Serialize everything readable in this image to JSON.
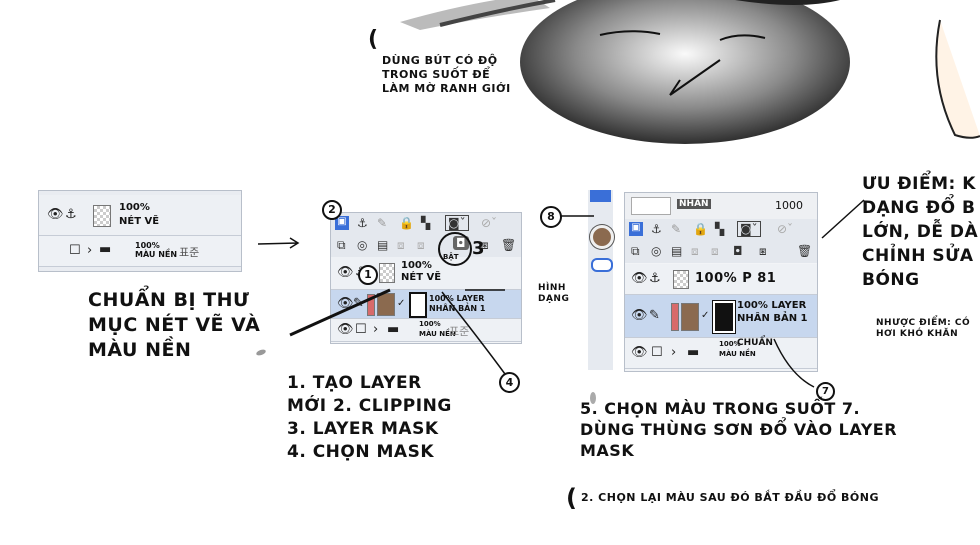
{
  "top_note": [
    "DÙNG BÚT CÓ ĐỘ",
    "TRONG SUỐT ĐỂ",
    "LÀM MỜ RANH GIỚI"
  ],
  "panel1": {
    "layer_opacity": "100%",
    "layer_name": "NÉT VẼ",
    "folder_opacity": "100%",
    "folder_name": "MÀU NỀN",
    "folder_mode": "표준"
  },
  "prep_caption": [
    "CHUẨN BỊ THƯ",
    "MỤC NÉT VẼ VÀ",
    "MÀU NỀN"
  ],
  "panel2": {
    "mask_label": "BẬT",
    "line_opacity": "100%",
    "line_name": "NÉT VẼ",
    "copy_opacity": "100% LAYER",
    "copy_name": "NHÂN BẢN 1",
    "folder_opacity": "100%",
    "folder_name": "MÀU NỀN",
    "folder_mode": "표준"
  },
  "shape_label": [
    "HÌNH",
    "DẠNG"
  ],
  "steps_caption": [
    "1. TẠO LAYER",
    "MỚI 2. CLIPPING",
    "3. LAYER MASK",
    "4. CHỌN MASK"
  ],
  "panel3": {
    "header_label": "NHÂN",
    "header_value": "1000",
    "line_row": "100% P 81",
    "copy_opacity": "100% LAYER",
    "copy_name": "NHÂN BẢN 1",
    "folder_opacity": "100%",
    "folder_mode": "CHUẨN",
    "folder_name": "MÀU NỀN"
  },
  "callouts": {
    "c1": "1",
    "c2": "2",
    "c3": "3",
    "c4": "4",
    "c7": "7",
    "c8": "8"
  },
  "fill_caption": [
    "5. CHỌN MÀU TRONG SUỐT 7.",
    "DÙNG THÙNG SƠN ĐỔ VÀO LAYER",
    "MASK"
  ],
  "reselect_caption": "2. CHỌN LẠI MÀU SAU ĐÓ BẮT ĐẦU ĐỔ BÓNG",
  "pros": [
    "ƯU ĐIỂM: K",
    "DẠNG ĐỔ B",
    "LỚN, DỄ DÀ",
    "CHỈNH SỬA",
    "BÓNG"
  ],
  "cons": [
    "NHƯỢC ĐIỂM: CÓ",
    "HƠI KHÓ KHĂN"
  ],
  "colors": {
    "panel_bg": "#e9ecf1",
    "selected_row": "#c7d7ee",
    "brown_swatch": "#8b6a4f",
    "accent_blue": "#3a6fd8"
  }
}
